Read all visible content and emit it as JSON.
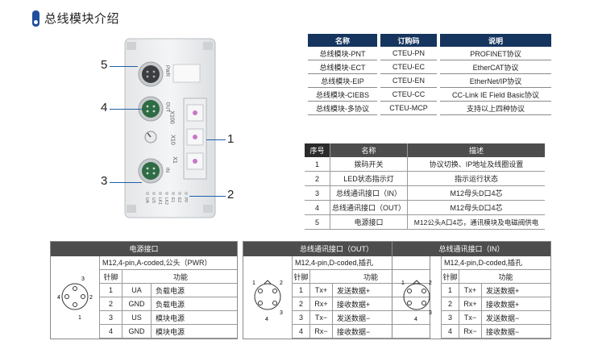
{
  "heading": {
    "title": "总线模块介绍"
  },
  "module": {
    "labels": {
      "pwr": "PWR",
      "out": "OUT",
      "in": "IN",
      "x100": "X100",
      "x10": "X10",
      "x1": "X1",
      "leds": [
        "UA",
        "US",
        "LK1",
        "LK2",
        "E1",
        "E2",
        "PF"
      ]
    },
    "callouts": [
      "5",
      "4",
      "3",
      "1",
      "2"
    ]
  },
  "product_table": {
    "headers": [
      "名称",
      "订购码",
      "说明"
    ],
    "rows": [
      [
        "总线模块-PNT",
        "CTEU-PN",
        "PROFINET协议"
      ],
      [
        "总线模块-ECT",
        "CTEU-EC",
        "EtherCAT协议"
      ],
      [
        "总线模块-EIP",
        "CTEU-EN",
        "EtherNet/IP协议"
      ],
      [
        "总线模块-CIEBS",
        "CTEU-CC",
        "CC-Link IE Field Basic协议"
      ],
      [
        "总线模块-多协议",
        "CTEU-MCP",
        "支持以上四种协议"
      ]
    ]
  },
  "interface_table": {
    "headers": [
      "序号",
      "名称",
      "描述"
    ],
    "rows": [
      [
        "1",
        "拨码开关",
        "协议切换、IP地址及线圈设置"
      ],
      [
        "2",
        "LED状态指示灯",
        "指示运行状态"
      ],
      [
        "3",
        "总线通讯接口（IN）",
        "M12母头D口4芯"
      ],
      [
        "4",
        "总线通讯接口（OUT）",
        "M12母头D口4芯"
      ],
      [
        "5",
        "电源接口",
        "M12公头A口4芯，通讯模块及电磁阀供电"
      ]
    ]
  },
  "power_table": {
    "title": "电源接口",
    "spec": "M12,4-pin,A-coded,公头（PWR）",
    "col_pin": "针脚",
    "col_func": "功能",
    "pin_labels": [
      "1",
      "2",
      "3",
      "4"
    ],
    "rows": [
      [
        "1",
        "UA",
        "负载电源"
      ],
      [
        "2",
        "GND",
        "负载电源"
      ],
      [
        "3",
        "US",
        "模块电源"
      ],
      [
        "4",
        "GND",
        "模块电源"
      ]
    ]
  },
  "out_table": {
    "title": "总线通讯接口（OUT）",
    "spec": "M12,4-pin,D-coded,插孔",
    "col_pin": "针脚",
    "col_func": "功能",
    "pin_labels": [
      "1",
      "2",
      "3",
      "4"
    ],
    "rows": [
      [
        "1",
        "Tx+",
        "发送数据+"
      ],
      [
        "2",
        "Rx+",
        "接收数据+"
      ],
      [
        "3",
        "Tx−",
        "发送数据−"
      ],
      [
        "4",
        "Rx−",
        "接收数据−"
      ]
    ]
  },
  "in_table": {
    "title": "总线通讯接口（IN）",
    "spec": "M12,4-pin,D-coded,插孔",
    "col_pin": "针脚",
    "col_func": "功能",
    "pin_labels": [
      "1",
      "2",
      "3",
      "4"
    ],
    "rows": [
      [
        "1",
        "Tx+",
        "发送数据+"
      ],
      [
        "2",
        "Rx+",
        "接收数据+"
      ],
      [
        "3",
        "Tx−",
        "发送数据−"
      ],
      [
        "4",
        "Rx−",
        "接收数据−"
      ]
    ]
  },
  "colors": {
    "heading_accent": "#1f4e9c",
    "product_header": "#15355f",
    "table_header": "#4d4d4d",
    "callout_line": "#1f5fa8"
  }
}
